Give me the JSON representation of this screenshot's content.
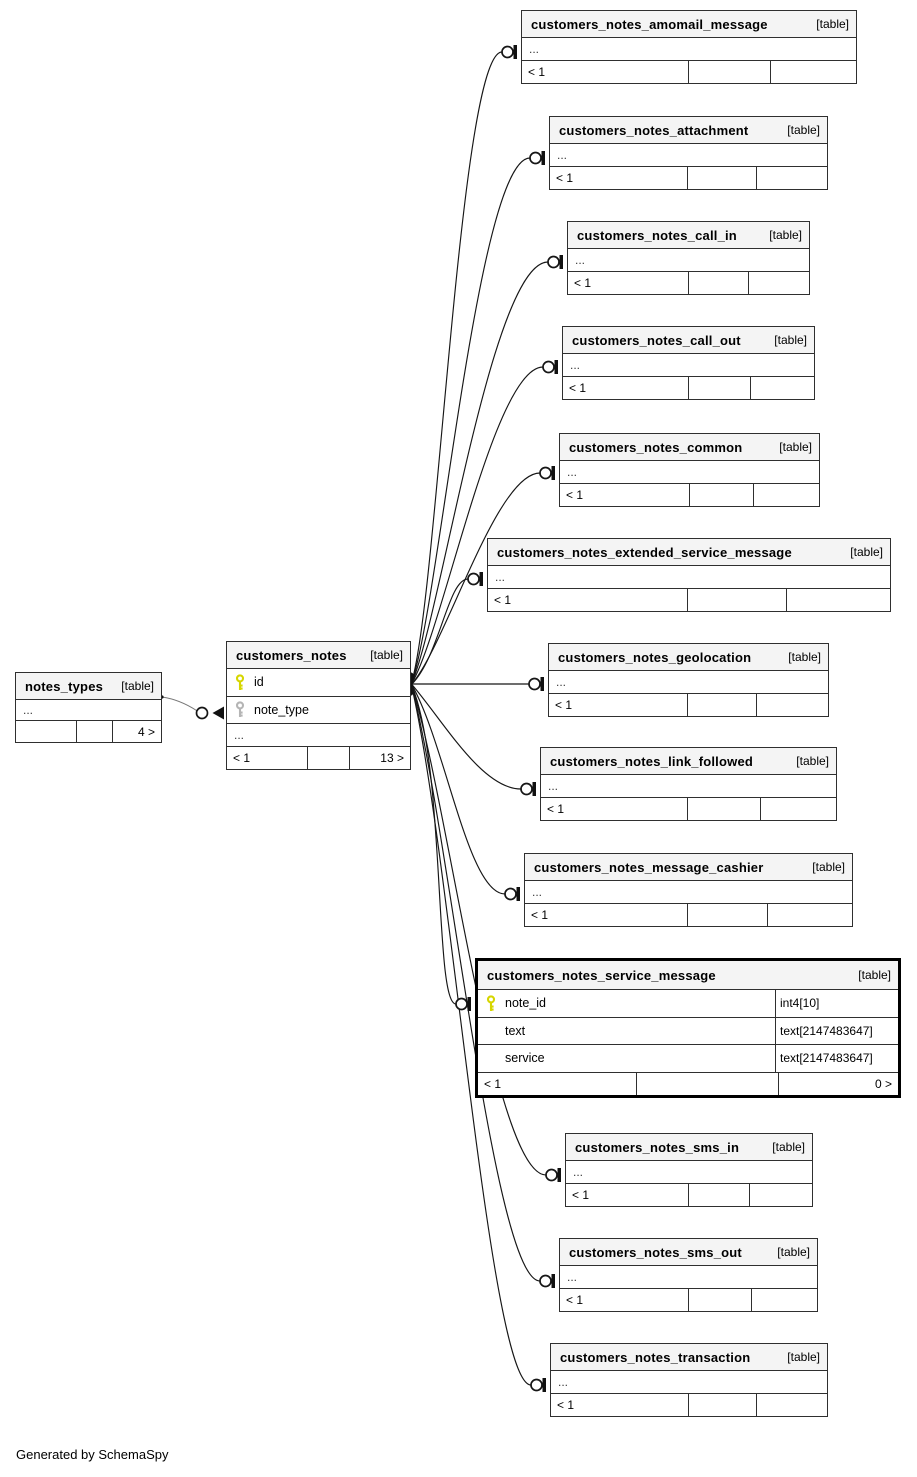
{
  "labels": {
    "table_tag": "[table]",
    "ellipsis": "...",
    "generated_by": "Generated by SchemaSpy"
  },
  "colors": {
    "header_bg": "#f4f4f4",
    "table_border": "#2f2f2f",
    "highlight_table_border": "#000000",
    "edge": "#161616",
    "primary_key_icon": "#d6d600",
    "foreign_key_icon": "#b5b5b5"
  },
  "icons": {
    "primary_key": "key-icon (yellow)",
    "foreign_key": "key-icon (gray)",
    "edge_child_end": "circle-bar-connector",
    "edge_parent_end": "filled-arrowhead"
  },
  "relationships": {
    "hub": "customers_notes",
    "parent": "notes_types",
    "children": [
      "customers_notes_amomail_message",
      "customers_notes_attachment",
      "customers_notes_call_in",
      "customers_notes_call_out",
      "customers_notes_common",
      "customers_notes_extended_service_message",
      "customers_notes_geolocation",
      "customers_notes_link_followed",
      "customers_notes_message_cashier",
      "customers_notes_service_message",
      "customers_notes_sms_in",
      "customers_notes_sms_out",
      "customers_notes_transaction"
    ]
  },
  "tables": {
    "notes_types": {
      "name": "notes_types",
      "footer": {
        "left": "",
        "middle": "",
        "right": "4 >"
      }
    },
    "customers_notes": {
      "name": "customers_notes",
      "columns": [
        {
          "name": "id"
        },
        {
          "name": "note_type"
        }
      ],
      "footer": {
        "left": "< 1",
        "middle": "",
        "right": "13 >"
      }
    },
    "amomail": {
      "name": "customers_notes_amomail_message",
      "footer": {
        "left": "< 1",
        "middle": "",
        "right": ""
      }
    },
    "attachment": {
      "name": "customers_notes_attachment",
      "footer": {
        "left": "< 1",
        "middle": "",
        "right": ""
      }
    },
    "call_in": {
      "name": "customers_notes_call_in",
      "footer": {
        "left": "< 1",
        "middle": "",
        "right": ""
      }
    },
    "call_out": {
      "name": "customers_notes_call_out",
      "footer": {
        "left": "< 1",
        "middle": "",
        "right": ""
      }
    },
    "common": {
      "name": "customers_notes_common",
      "footer": {
        "left": "< 1",
        "middle": "",
        "right": ""
      }
    },
    "extended": {
      "name": "customers_notes_extended_service_message",
      "footer": {
        "left": "< 1",
        "middle": "",
        "right": ""
      }
    },
    "geolocation": {
      "name": "customers_notes_geolocation",
      "footer": {
        "left": "< 1",
        "middle": "",
        "right": ""
      }
    },
    "link_followed": {
      "name": "customers_notes_link_followed",
      "footer": {
        "left": "< 1",
        "middle": "",
        "right": ""
      }
    },
    "message_cashier": {
      "name": "customers_notes_message_cashier",
      "footer": {
        "left": "< 1",
        "middle": "",
        "right": ""
      }
    },
    "service_message": {
      "name": "customers_notes_service_message",
      "columns": [
        {
          "name": "note_id",
          "type": "int4[10]"
        },
        {
          "name": "text",
          "type": "text[2147483647]"
        },
        {
          "name": "service",
          "type": "text[2147483647]"
        }
      ],
      "footer": {
        "left": "< 1",
        "middle": "",
        "right": "0 >"
      }
    },
    "sms_in": {
      "name": "customers_notes_sms_in",
      "footer": {
        "left": "< 1",
        "middle": "",
        "right": ""
      }
    },
    "sms_out": {
      "name": "customers_notes_sms_out",
      "footer": {
        "left": "< 1",
        "middle": "",
        "right": ""
      }
    },
    "transaction": {
      "name": "customers_notes_transaction",
      "footer": {
        "left": "< 1",
        "middle": "",
        "right": ""
      }
    }
  }
}
